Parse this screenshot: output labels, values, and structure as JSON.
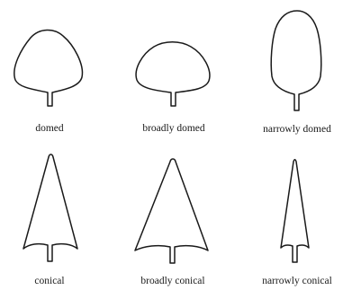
{
  "shapes": [
    {
      "id": "domed",
      "label": "domed",
      "icon": "domed-crown-icon"
    },
    {
      "id": "broadly-domed",
      "label": "broadly domed",
      "icon": "broadly-domed-crown-icon"
    },
    {
      "id": "narrowly-domed",
      "label": "narrowly domed",
      "icon": "narrowly-domed-crown-icon"
    },
    {
      "id": "conical",
      "label": "conical",
      "icon": "conical-crown-icon"
    },
    {
      "id": "broadly-conical",
      "label": "broadly conical",
      "icon": "broadly-conical-crown-icon"
    },
    {
      "id": "narrowly-conical",
      "label": "narrowly conical",
      "icon": "narrowly-conical-crown-icon"
    }
  ]
}
